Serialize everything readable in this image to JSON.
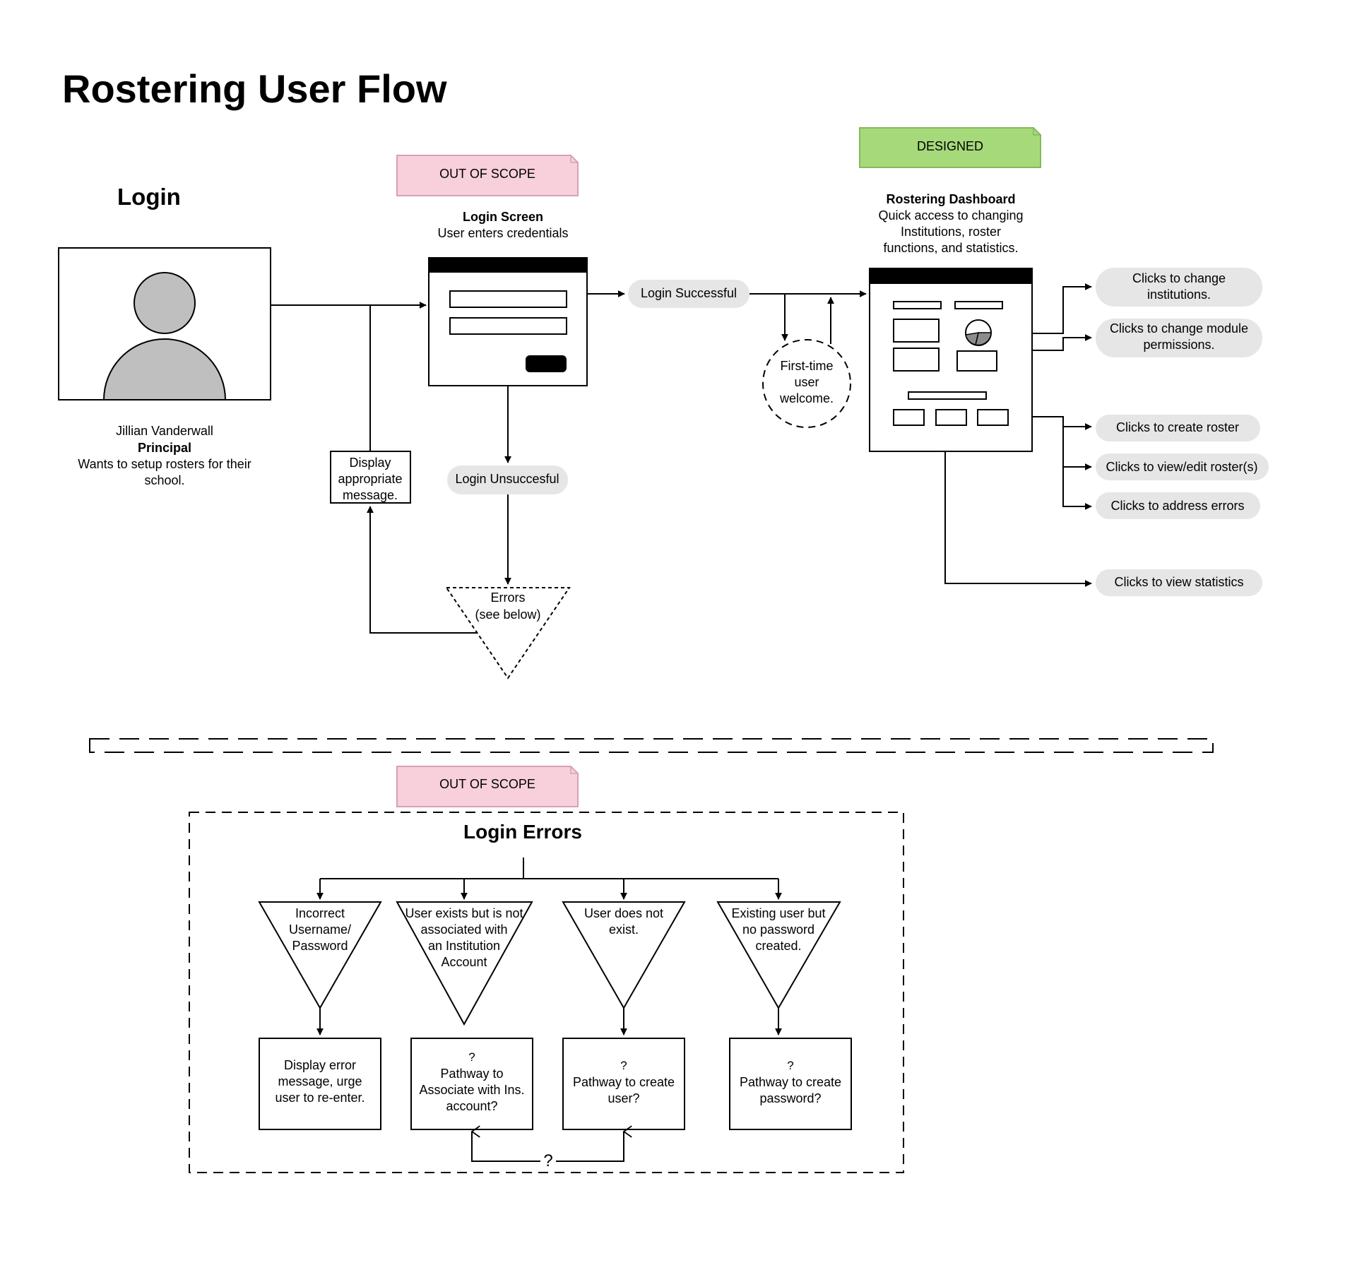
{
  "title": "Rostering User Flow",
  "login_section": {
    "heading": "Login",
    "persona": {
      "name": "Jillian Vanderwall",
      "role": "Principal",
      "goal_line1": "Wants to setup rosters for their",
      "goal_line2": "school."
    }
  },
  "tags": {
    "out_of_scope_top": "OUT OF SCOPE",
    "designed": "DESIGNED",
    "out_of_scope_bottom": "OUT OF SCOPE",
    "colors": {
      "out_of_scope_fill": "#f7d0dc",
      "out_of_scope_border": "#d8a1b2",
      "designed_fill": "#a5d97a",
      "designed_border": "#84b95c"
    }
  },
  "login_screen": {
    "title": "Login Screen",
    "subtitle": "User enters credentials"
  },
  "flow_labels": {
    "login_successful": "Login Successful",
    "login_unsuccessful": "Login Unsuccesful",
    "display_message": [
      "Display",
      "appropriate",
      "message."
    ],
    "errors": [
      "Errors",
      "(see below)"
    ],
    "first_time": [
      "First-time",
      "user",
      "welcome."
    ]
  },
  "dashboard": {
    "title": "Rostering Dashboard",
    "desc": [
      "Quick access to changing",
      "Institutions, roster",
      "functions, and statistics."
    ]
  },
  "actions": {
    "change_institutions": [
      "Clicks to change",
      "institutions."
    ],
    "change_permissions": [
      "Clicks to change module",
      "permissions."
    ],
    "create_roster": "Clicks to create roster",
    "view_edit_roster": "Clicks to view/edit roster(s)",
    "address_errors": "Clicks to address errors",
    "view_statistics": "Clicks to view statistics"
  },
  "login_errors": {
    "heading": "Login Errors",
    "error_types": [
      [
        "Incorrect",
        "Username/",
        "Password"
      ],
      [
        "User exists but is not",
        "associated with",
        "an Institution",
        "Account"
      ],
      [
        "User does not",
        "exist."
      ],
      [
        "Existing user but",
        "no password",
        "created."
      ]
    ],
    "outcomes": [
      [
        "Display error",
        "message, urge",
        "user to re-enter."
      ],
      [
        "?",
        "Pathway to",
        "Associate with Ins.",
        "account?"
      ],
      [
        "?",
        "Pathway to create",
        "user?"
      ],
      [
        "?",
        "Pathway to create",
        "password?"
      ]
    ],
    "connector_label": "?"
  }
}
